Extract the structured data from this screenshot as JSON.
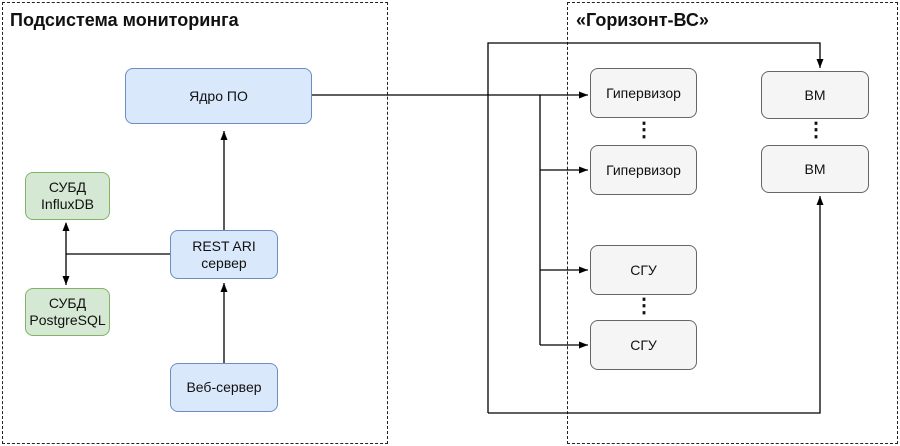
{
  "regions": {
    "monitoring": {
      "title": "Подсистема мониторинга"
    },
    "horizon": {
      "title": "«Горизонт-ВС»"
    }
  },
  "nodes": {
    "core": {
      "label": "Ядро ПО"
    },
    "rest": {
      "label": "REST ARI\nсервер"
    },
    "web": {
      "label": "Веб-сервер"
    },
    "influx": {
      "label": "СУБД\nInfluxDB"
    },
    "postgres": {
      "label": "СУБД\nPostgreSQL"
    },
    "hyper1": {
      "label": "Гипервизор"
    },
    "hyper2": {
      "label": "Гипервизор"
    },
    "sgu1": {
      "label": "СГУ"
    },
    "sgu2": {
      "label": "СГУ"
    },
    "vm1": {
      "label": "ВМ"
    },
    "vm2": {
      "label": "ВМ"
    }
  },
  "ellipsis": "⋮",
  "colors": {
    "blue_fill": "#dae8fc",
    "blue_stroke": "#6c8ebf",
    "green_fill": "#d5e8d4",
    "green_stroke": "#82b366",
    "gray_fill": "#f5f5f5",
    "gray_stroke": "#666666",
    "line": "#000000"
  }
}
